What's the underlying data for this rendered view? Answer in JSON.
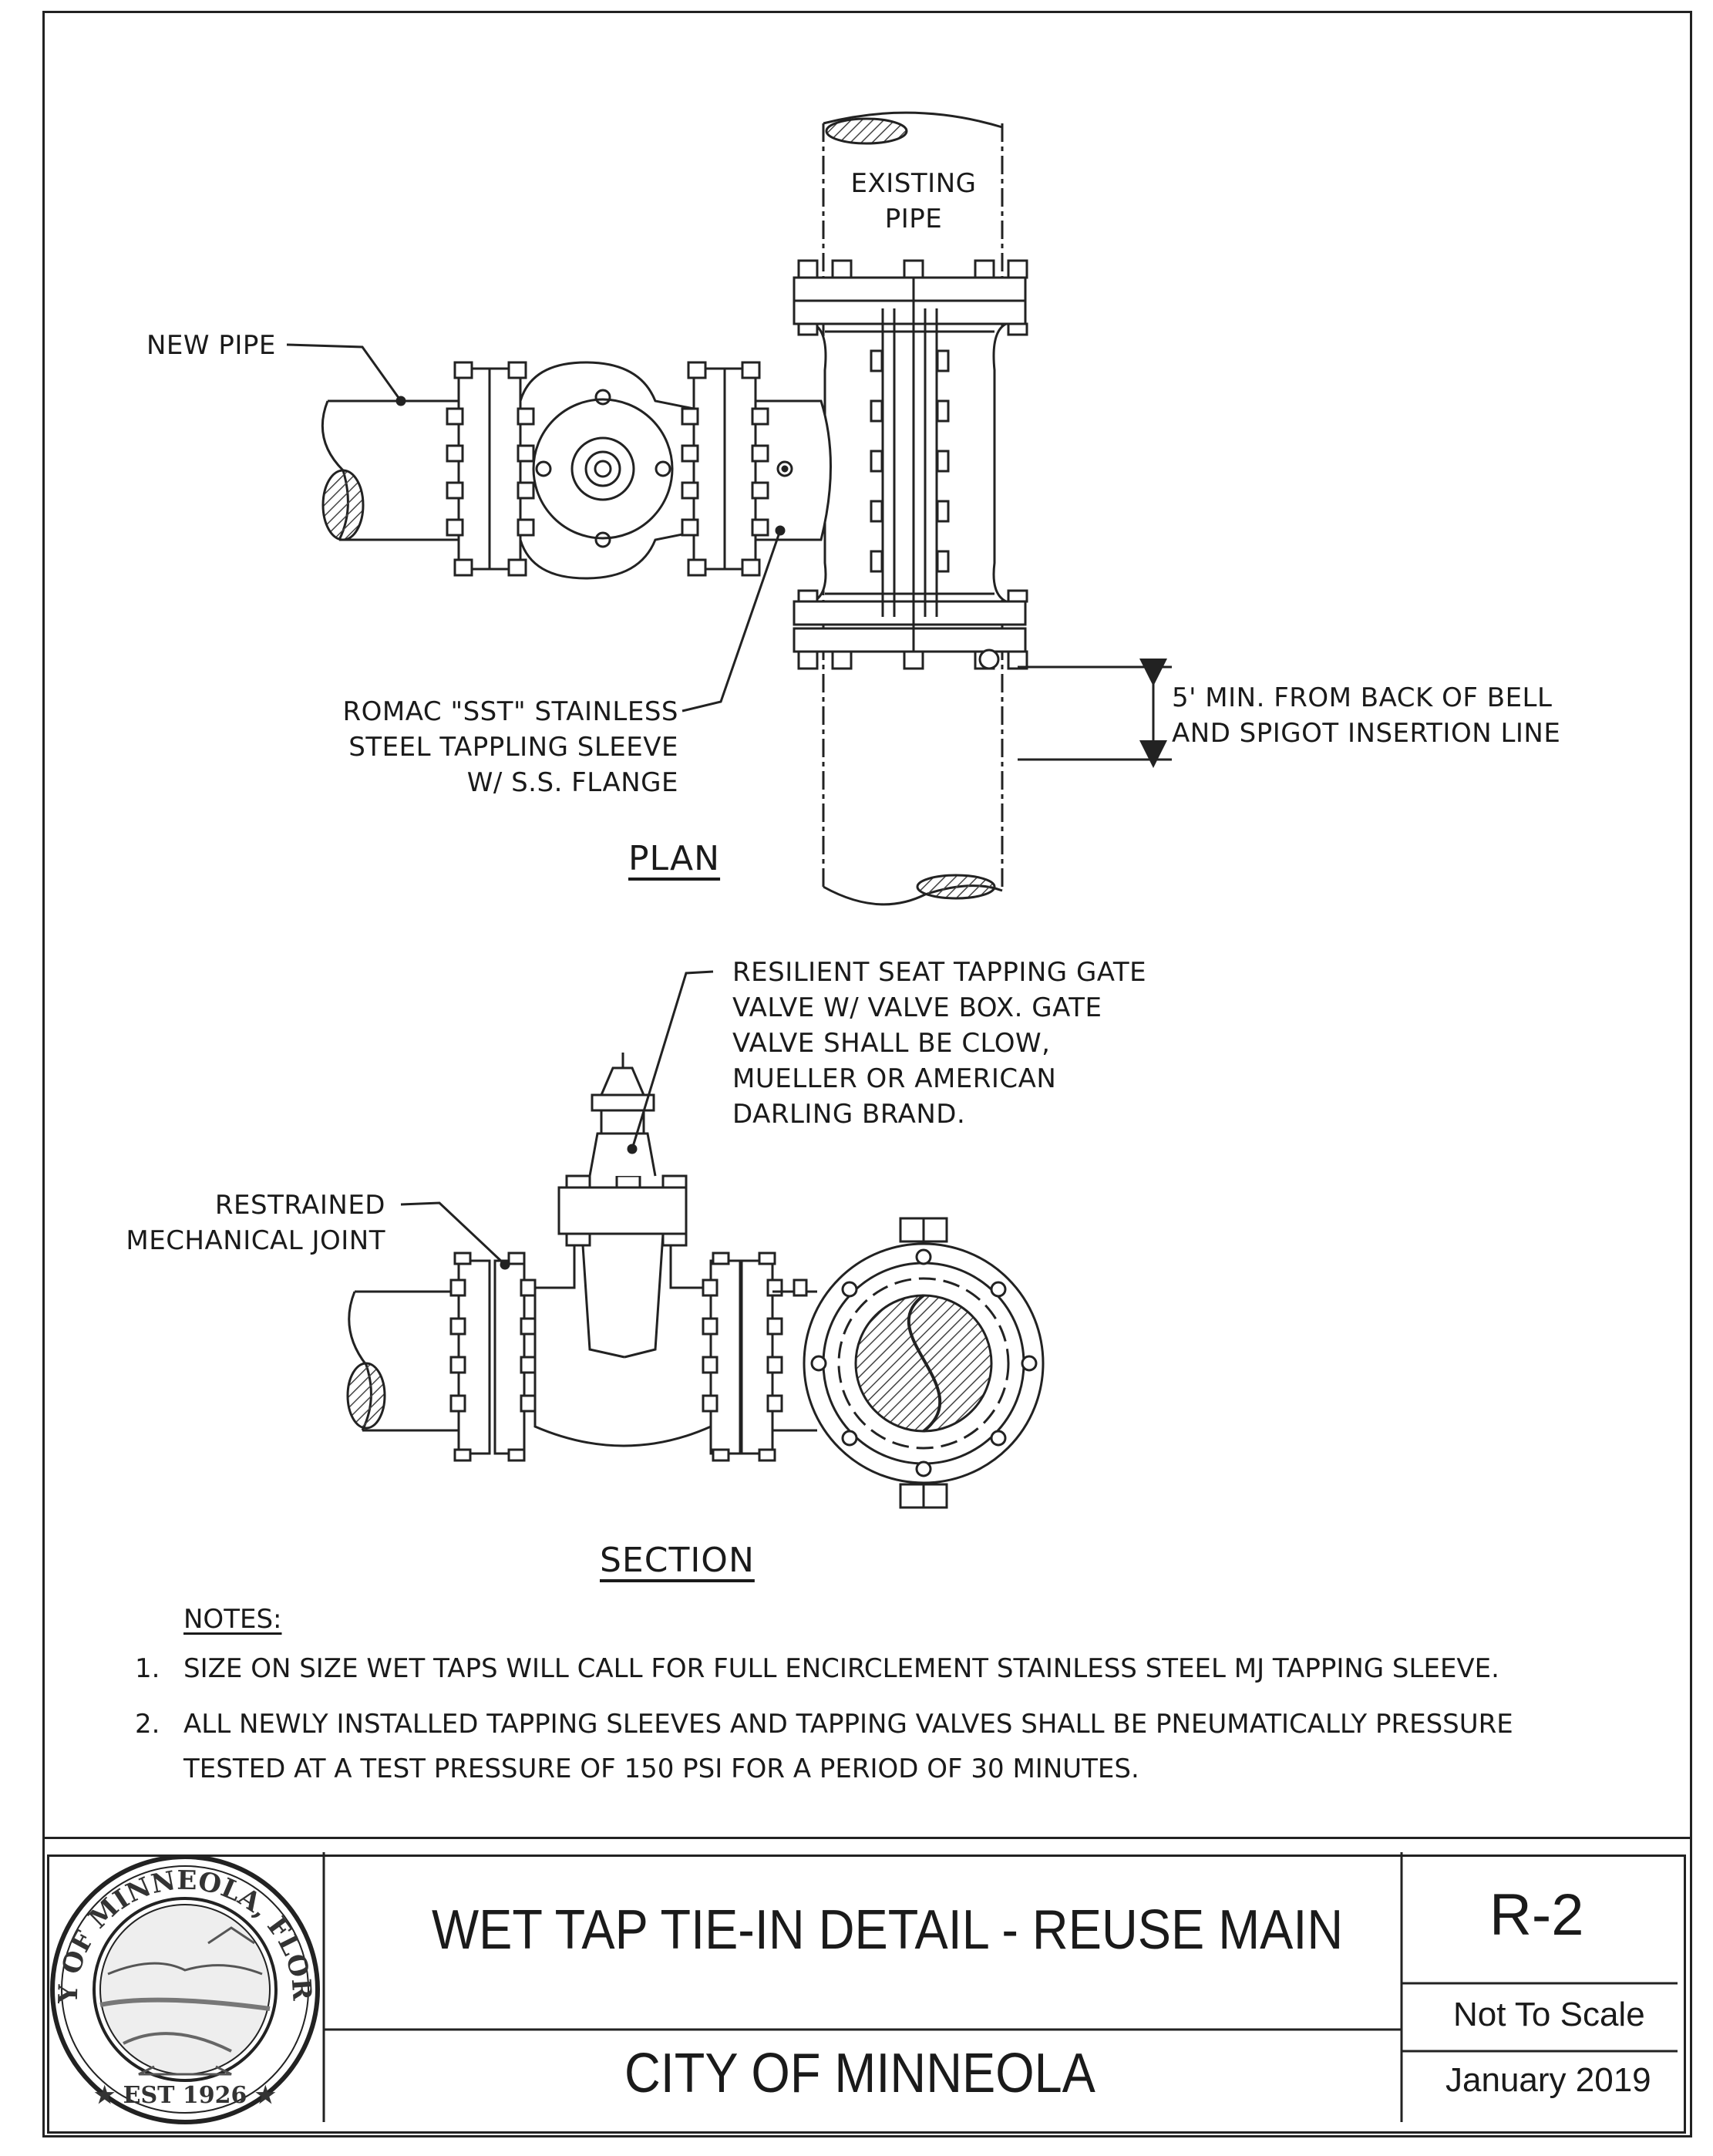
{
  "plan": {
    "title": "PLAN",
    "label_existing_pipe": [
      "EXISTING",
      "PIPE"
    ],
    "label_new_pipe": "NEW PIPE",
    "label_sleeve": [
      "ROMAC \"SST\" STAINLESS",
      "STEEL TAPPLING SLEEVE",
      "W/ S.S. FLANGE"
    ],
    "label_dimension": [
      "5' MIN. FROM BACK OF BELL",
      "AND SPIGOT INSERTION LINE"
    ]
  },
  "section": {
    "title": "SECTION",
    "label_valve": [
      "RESILIENT SEAT TAPPING GATE",
      "VALVE W/ VALVE BOX.  GATE",
      "VALVE SHALL BE CLOW,",
      "MUELLER OR AMERICAN",
      "DARLING BRAND."
    ],
    "label_joint": [
      "RESTRAINED",
      "MECHANICAL JOINT"
    ]
  },
  "notes": {
    "heading": "NOTES:",
    "items": [
      {
        "num": "1.",
        "lines": [
          "SIZE ON SIZE WET TAPS WILL CALL FOR FULL ENCIRCLEMENT STAINLESS STEEL MJ TAPPING SLEEVE."
        ]
      },
      {
        "num": "2.",
        "lines": [
          "ALL NEWLY INSTALLED TAPPING SLEEVES AND TAPPING VALVES SHALL BE PNEUMATICALLY PRESSURE",
          "TESTED AT A TEST PRESSURE OF 150 PSI FOR A PERIOD OF 30 MINUTES."
        ]
      }
    ]
  },
  "title_block": {
    "seal_text": "CITY OF MINNEOLA, FLORIDA",
    "seal_est": "EST 1926",
    "drawing_title": "WET TAP TIE-IN DETAIL - REUSE MAIN",
    "organization": "CITY OF MINNEOLA",
    "sheet_number": "R-2",
    "scale": "Not To Scale",
    "date": "January 2019"
  }
}
